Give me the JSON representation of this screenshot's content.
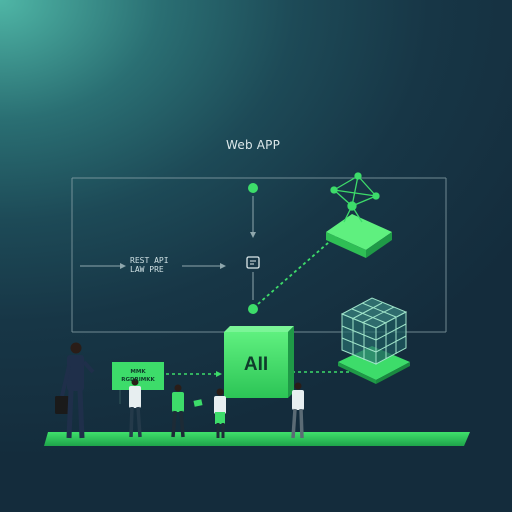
{
  "diagram": {
    "title": "Web APP",
    "rest_label_line1": "REST API",
    "rest_label_line2": "LAW PRE",
    "ai_box_label": "AII",
    "ai_box_caption": "",
    "sign_line1": "MMK",
    "sign_line2": "RGDRIMKK"
  },
  "colors": {
    "accent_green": "#3ddc6a",
    "dark_green": "#1f9a47",
    "frame_line": "#8fa7ad",
    "background_dark": "#142c3c",
    "background_teal": "#4fb6a6"
  },
  "icons": {
    "router": "router-icon",
    "cube": "data-cube-icon",
    "center_node": "endpoint-square-icon"
  }
}
